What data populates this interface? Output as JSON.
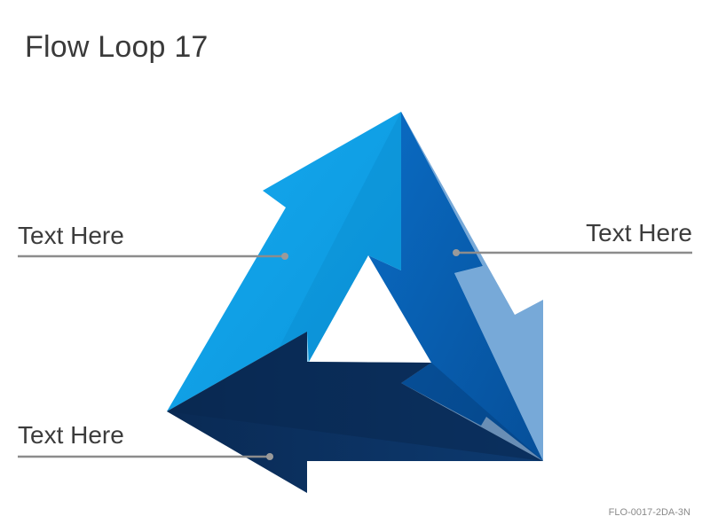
{
  "title": "Flow Loop 17",
  "labels": {
    "left_top": "Text Here",
    "right": "Text Here",
    "left_bottom": "Text Here"
  },
  "code": "FLO-0017-2DA-3N",
  "colors": {
    "arrow_light": "#0aa4ec",
    "arrow_medium": "#075fb5",
    "arrow_dark": "#0b2f5e",
    "connector": "#8c8c8c"
  }
}
